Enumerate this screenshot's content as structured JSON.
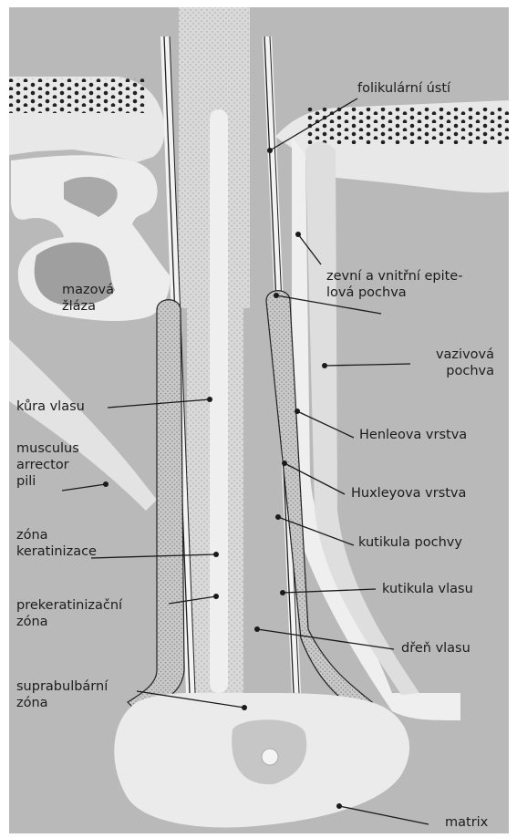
{
  "labels": {
    "folikularni_usti": "folikulární ústí",
    "mazova_zlaza": "mazová\nžláza",
    "zevni_vnitrni": "zevní a vnitřní epite-\nlová pochva",
    "vazivova_pochva": "vazivová\npochva",
    "kura_vlasu": "kůra vlasu",
    "henleova": "Henleova vrstva",
    "musculus": "musculus\narrector\npili",
    "huxleyova": "Huxleyova vrstva",
    "zona_keratinizace": "zóna\nkeratinizace",
    "kutikula_pochvy": "kutikula pochvy",
    "prekeratinizacni": "prekeratinizační\nzóna",
    "kutikula_vlasu": "kutikula vlasu",
    "dren_vlasu": "dřeň vlasu",
    "suprabulbarni": "suprabulbární\nzóna",
    "matrix": "matrix"
  }
}
